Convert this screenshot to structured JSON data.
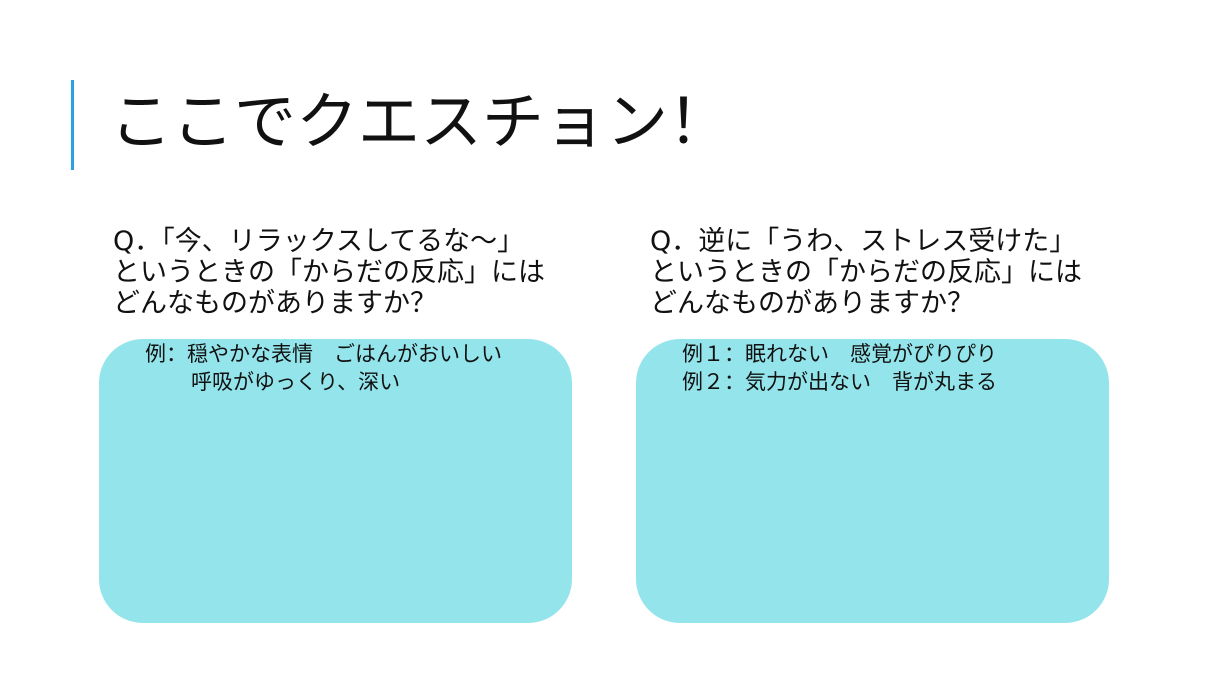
{
  "title": "ここでクエスチョン！",
  "colors": {
    "accent_bar": "#2ba3e0",
    "answer_box": "#93e5eb"
  },
  "questions": [
    {
      "lines": [
        "Q．「今、リラックスしてるな～」",
        "というときの「からだの反応」には",
        "どんなものがありますか？"
      ],
      "examples": [
        "例：穏やかな表情　ごはんがおいしい",
        "呼吸がゆっくり、深い"
      ]
    },
    {
      "lines": [
        "Q．逆に「うわ、ストレス受けた」",
        "というときの「からだの反応」には",
        "どんなものがありますか？"
      ],
      "examples": [
        "例１：眠れない　感覚がぴりぴり",
        "例２：気力が出ない　背が丸まる"
      ]
    }
  ]
}
